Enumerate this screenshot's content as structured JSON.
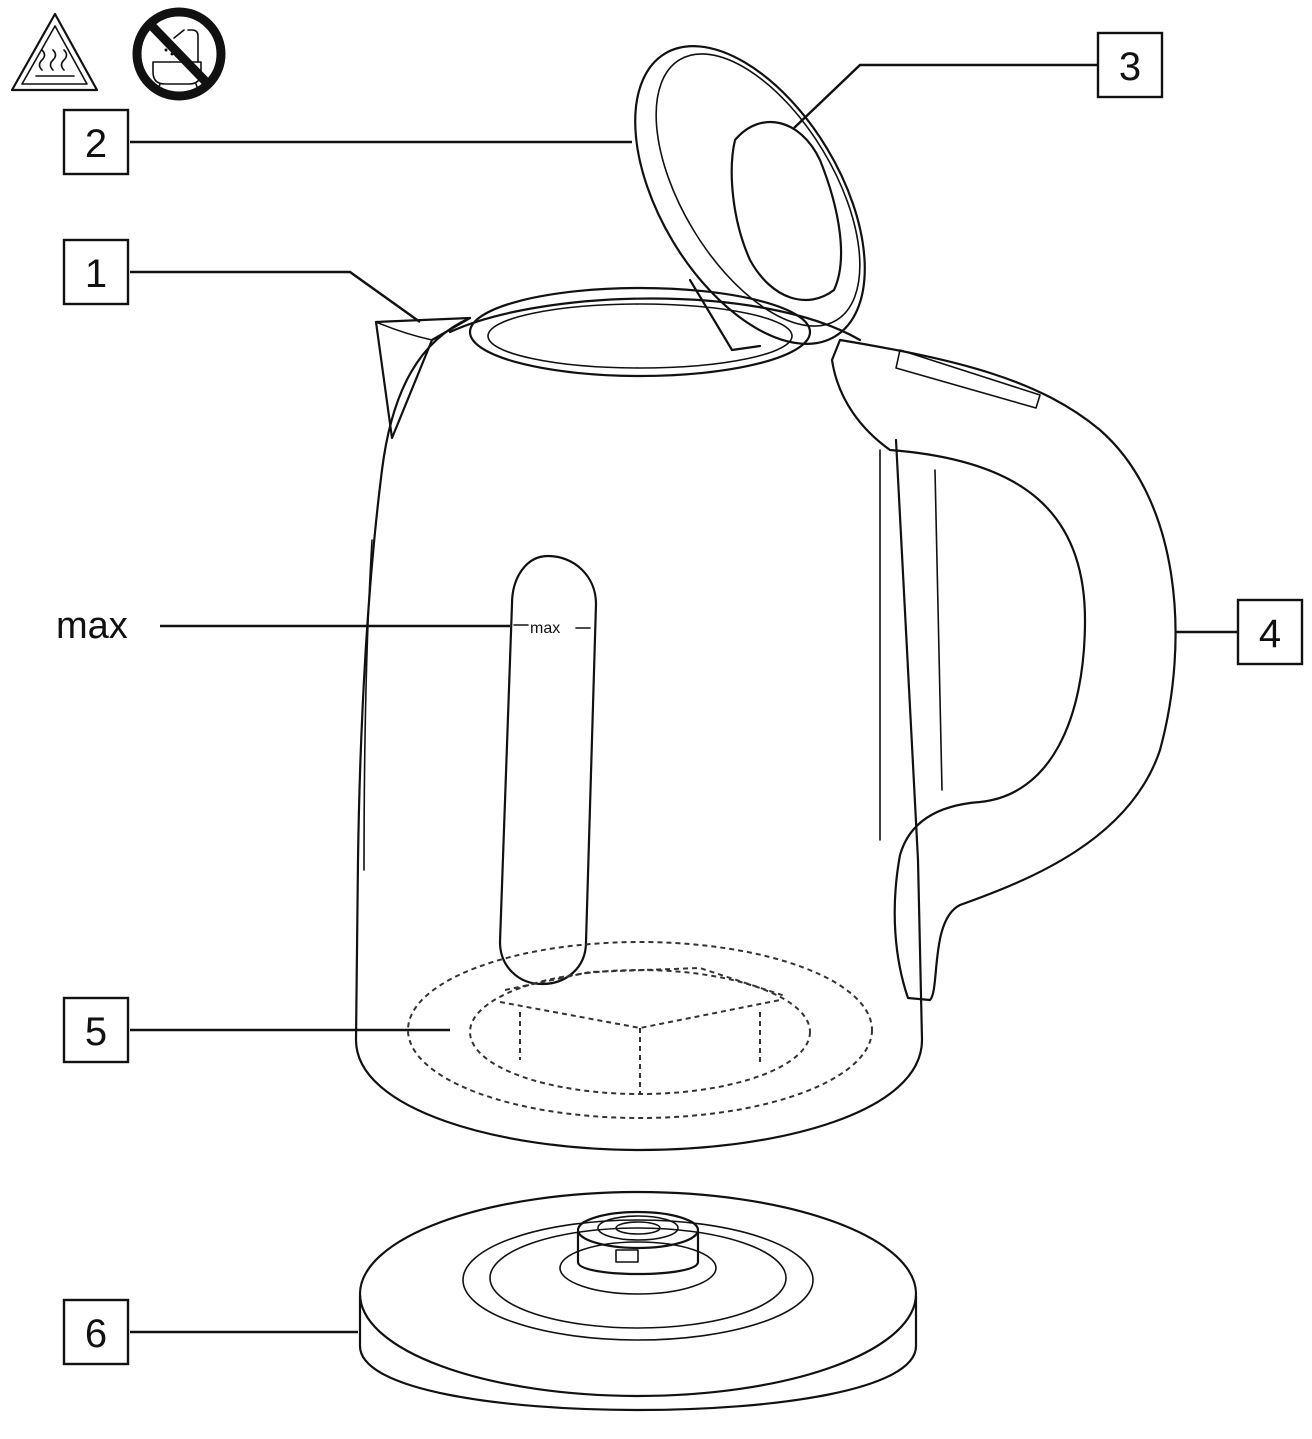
{
  "labels": {
    "spout": "1",
    "lid": "2",
    "lid_button": "3",
    "handle": "4",
    "heating_element": "5",
    "base": "6"
  },
  "max_label": "max",
  "window_marking": "max",
  "icons": [
    "hot-surface-warning-icon",
    "do-not-immerse-icon"
  ]
}
